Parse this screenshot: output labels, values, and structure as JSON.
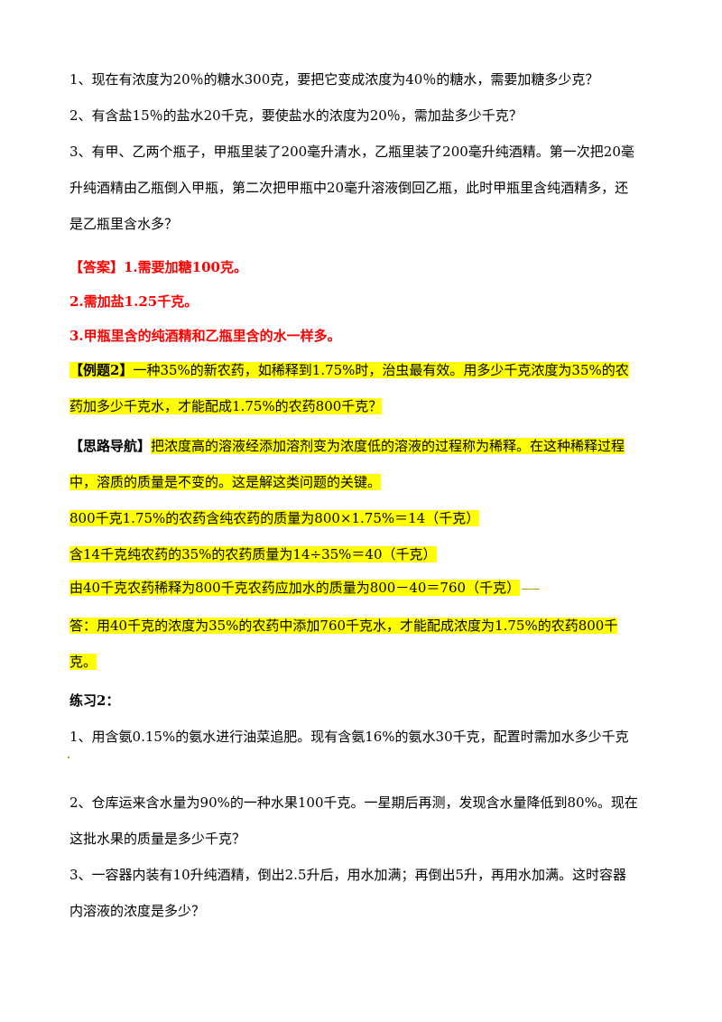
{
  "questions": {
    "q1": "1、现在有浓度为20％的糖水300克，要把它变成浓度为40％的糖水，需要加糖多少克？",
    "q2": "2、有含盐15％的盐水20千克，要使盐水的浓度为20％，需加盐多少千克？",
    "q3_l1": "3、有甲、乙两个瓶子，甲瓶里装了200毫升清水，乙瓶里装了200毫升纯酒精。第一次把20毫",
    "q3_l2": "升纯酒精由乙瓶倒入甲瓶，第二次把甲瓶中20毫升溶液倒回乙瓶，此时甲瓶里含纯酒精多，还",
    "q3_l3": "是乙瓶里含水多？"
  },
  "answers": {
    "a1": "【答案】1.需要加糖100克。",
    "a2": "2.需加盐1.25千克。",
    "a3": "3.甲瓶里含的纯酒精和乙瓶里含的水一样多。"
  },
  "example": {
    "label": "【例题2】",
    "l1": "一种35%的新农药，如稀释到1.75%时，治虫最有效。用多少千克浓度为35%的农",
    "l2": "药加多少千克水，才能配成1.75%的农药800千克？"
  },
  "guide": {
    "label": "【思路导航】",
    "l1": "把浓度高的溶液经添加溶剂变为浓度低的溶液的过程称为稀释。在这种稀释过程",
    "l2": "中，溶质的质量是不变的。这是解这类问题的关键。",
    "s1": "800千克1.75%的农药含纯农药的质量为800×1.75%＝14（千克）",
    "s2": "含14千克纯农药的35%的农药质量为14÷35%＝40（千克）",
    "s3": "由40千克农药稀释为800千克农药应加水的质量为800－40＝760（千克）",
    "ans_l1": "答：用40千克的浓度为35%的农药中添加760千克水，才能配成浓度为1.75%的农药800千",
    "ans_l2": "克。"
  },
  "practice": {
    "title": "练习2：",
    "p1": "1、用含氨0.15%的氨水进行油菜追肥。现有含氨16%的氨水30千克，配置时需加水多少千克",
    "p2_l1": "2、仓库运来含水量为90%的一种水果100千克。一星期后再测，发现含水量降低到80%。现在",
    "p2_l2": "这批水果的质量是多少千克？",
    "p3_l1": "3、一容器内装有10升纯酒精，倒出2.5升后，用水加满；再倒出5升，再用水加满。这时容器",
    "p3_l2": "内溶液的浓度是多少？"
  }
}
